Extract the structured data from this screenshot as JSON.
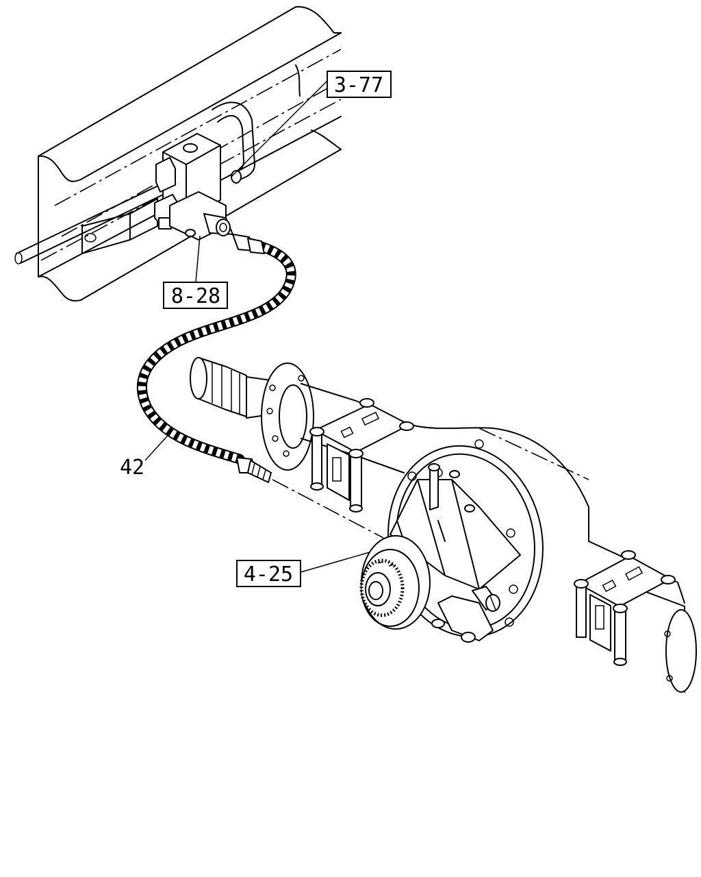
{
  "diagram": {
    "callouts": [
      {
        "id": "callout-3-77",
        "text": "3-77",
        "boxed": true
      },
      {
        "id": "callout-8-28",
        "text": "8-28",
        "boxed": true
      },
      {
        "id": "callout-42",
        "text": "42",
        "boxed": false
      },
      {
        "id": "callout-4-25",
        "text": "4-25",
        "boxed": true
      }
    ]
  }
}
